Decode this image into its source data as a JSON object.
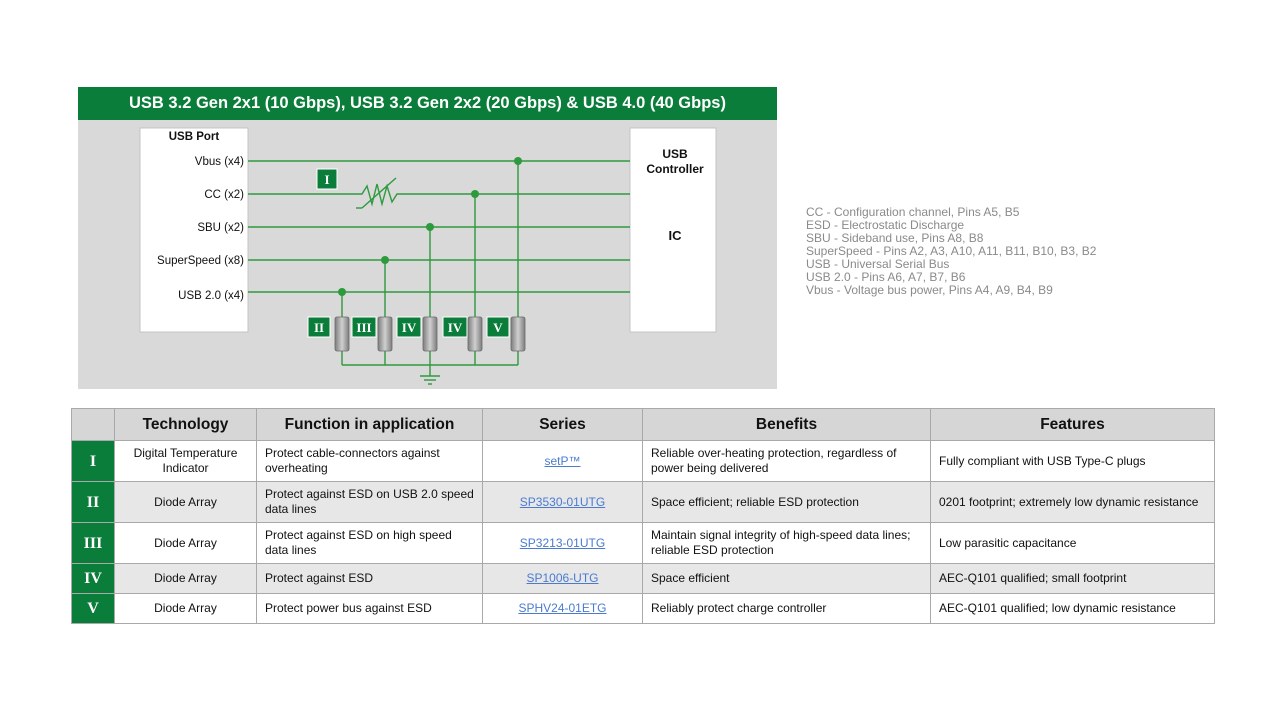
{
  "banner": {
    "title": "USB 3.2 Gen 2x1 (10 Gbps),  USB 3.2 Gen 2x2 (20 Gbps)  & USB 4.0 (40 Gbps)"
  },
  "diagram": {
    "port_title": "USB Port",
    "lines": [
      "Vbus (x4)",
      "CC (x2)",
      "SBU (x2)",
      "SuperSpeed (x8)",
      "USB 2.0 (x4)"
    ],
    "controller_title_line1": "USB",
    "controller_title_line2": "Controller",
    "controller_ic": "IC",
    "markers": {
      "I": "I",
      "II": "II",
      "III": "III",
      "IV_a": "IV",
      "IV_b": "IV",
      "V": "V"
    }
  },
  "legend": [
    "CC - Configuration channel, Pins A5, B5",
    "ESD - Electrostatic Discharge",
    "SBU - Sideband use, Pins A8, B8",
    "SuperSpeed - Pins A2, A3, A10, A11, B11, B10, B3, B2",
    "USB - Universal Serial Bus",
    "USB 2.0 - Pins A6, A7, B7, B6",
    "Vbus -  Voltage bus power, Pins A4, A9, B4, B9"
  ],
  "table": {
    "headers": {
      "technology": "Technology",
      "function": "Function  in application",
      "series": "Series",
      "benefits": "Benefits",
      "features": "Features"
    },
    "rows": [
      {
        "roman": "I",
        "technology": "Digital Temperature Indicator",
        "function": "Protect cable-connectors against overheating",
        "series": "setP™",
        "benefits": "Reliable over-heating protection, regardless of power being delivered",
        "features": "Fully compliant with USB Type-C plugs"
      },
      {
        "roman": "II",
        "technology": "Diode Array",
        "function": "Protect against ESD on USB 2.0 speed data lines",
        "series": "SP3530-01UTG",
        "benefits": "Space efficient; reliable ESD protection",
        "features": "0201 footprint; extremely low dynamic resistance"
      },
      {
        "roman": "III",
        "technology": "Diode Array",
        "function": "Protect against ESD on high speed data lines",
        "series": "SP3213-01UTG",
        "benefits": "Maintain signal integrity of high-speed data lines; reliable ESD protection",
        "features": "Low parasitic capacitance"
      },
      {
        "roman": "IV",
        "technology": "Diode Array",
        "function": "Protect against ESD",
        "series": "SP1006-UTG",
        "benefits": "Space efficient",
        "features": "AEC-Q101 qualified; small footprint"
      },
      {
        "roman": "V",
        "technology": "Diode Array",
        "function": "Protect power bus against ESD",
        "series": "SPHV24-01ETG",
        "benefits": "Reliably protect charge controller",
        "features": "AEC-Q101 qualified; low dynamic resistance"
      }
    ]
  },
  "colors": {
    "brand_green": "#0a7d3a",
    "line_green": "#2e9a3e",
    "link_blue": "#4a7bd1"
  }
}
